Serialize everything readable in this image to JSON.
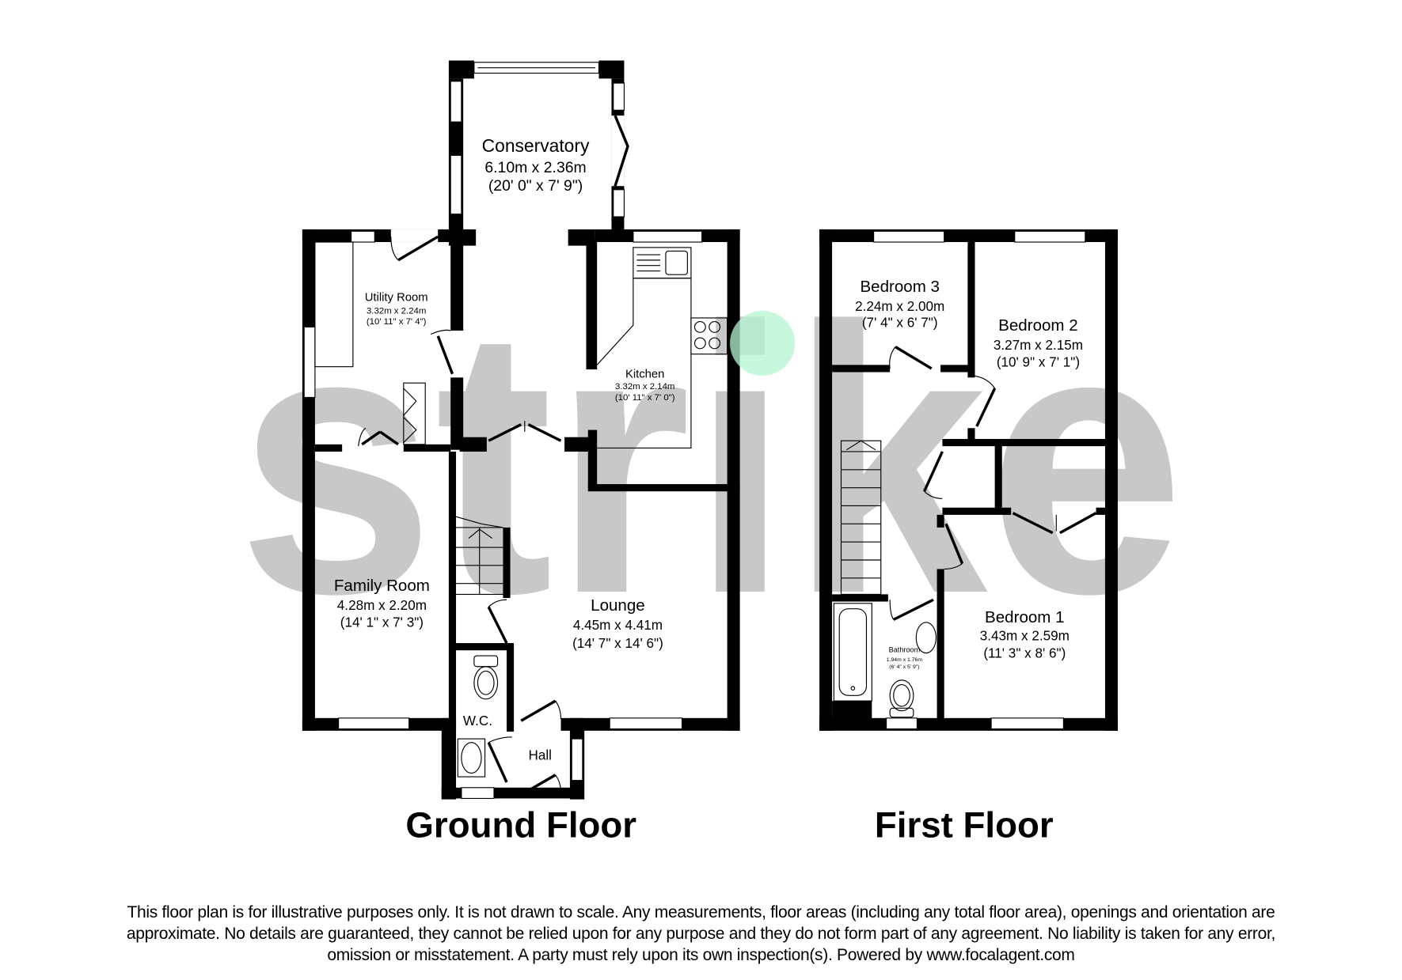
{
  "watermark": {
    "text": "strike",
    "color": "#c8c8c8"
  },
  "marker": {
    "color": "#b4f5d2"
  },
  "ground_floor": {
    "title": "Ground Floor",
    "rooms": [
      {
        "name": "Conservatory",
        "metric": "6.10m x 2.36m",
        "imperial": "(20' 0\" x 7' 9\")"
      },
      {
        "name": "Utility Room",
        "metric": "3.32m x 2.24m",
        "imperial": "(10' 11\" x 7' 4\")"
      },
      {
        "name": "Kitchen",
        "metric": "3.32m x 2.14m",
        "imperial": "(10' 11\" x 7' 0\")"
      },
      {
        "name": "Family Room",
        "metric": "4.28m x 2.20m",
        "imperial": "(14' 1\" x 7' 3\")"
      },
      {
        "name": "Lounge",
        "metric": "4.45m x 4.41m",
        "imperial": "(14' 7\" x 14' 6\")"
      },
      {
        "name": "W.C."
      },
      {
        "name": "Hall"
      }
    ]
  },
  "first_floor": {
    "title": "First Floor",
    "rooms": [
      {
        "name": "Bedroom 3",
        "metric": "2.24m x 2.00m",
        "imperial": "(7' 4\" x 6' 7\")"
      },
      {
        "name": "Bedroom 2",
        "metric": "3.27m x 2.15m",
        "imperial": "(10' 9\" x 7' 1\")"
      },
      {
        "name": "Bedroom 1",
        "metric": "3.43m x 2.59m",
        "imperial": "(11' 3\" x 8' 6\")"
      },
      {
        "name": "Bathroom",
        "metric": "1.94m x 1.76m",
        "imperial": "(6' 4\" x 5' 9\")"
      }
    ]
  },
  "disclaimer": {
    "lines": [
      "This floor plan is for illustrative purposes only. It is not drawn to scale. Any measurements, floor areas (including any total floor area), openings and orientation are",
      "approximate. No details are guaranteed, they cannot be relied upon for any purpose and they do not form part of any agreement. No liability is taken for any error,",
      "omission or misstatement. A party must rely upon its own inspection(s). Powered by www.focalagent.com"
    ]
  }
}
